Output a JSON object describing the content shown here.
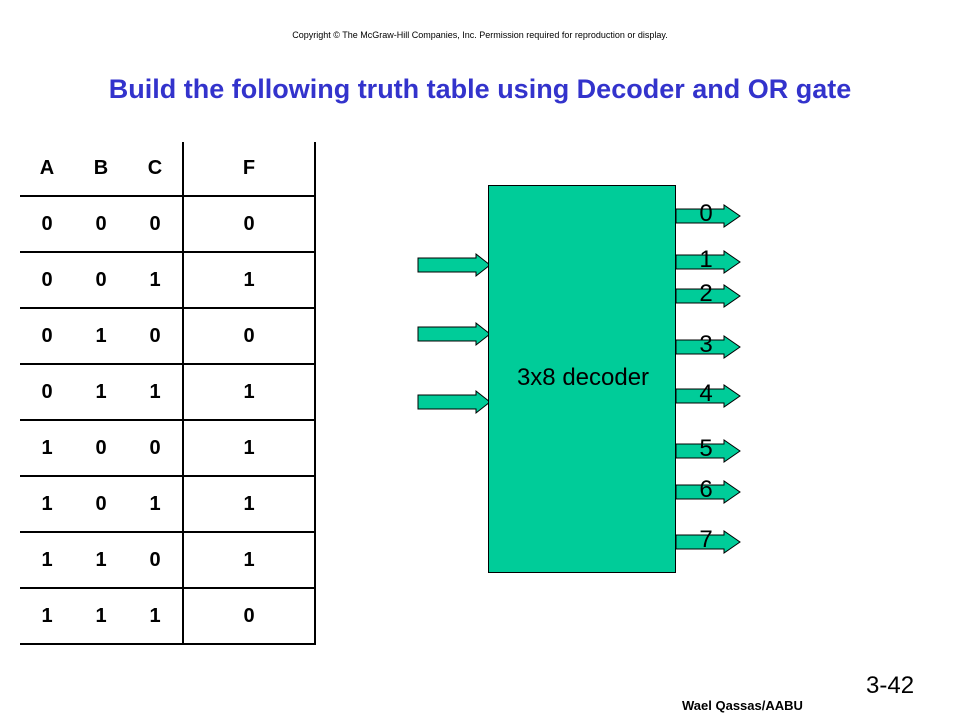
{
  "copyright": "Copyright © The McGraw-Hill Companies, Inc.  Permission required for reproduction or display.",
  "title": "Build the following truth table using Decoder and  OR gate",
  "truth_table": {
    "headers": [
      "A",
      "B",
      "C",
      "F"
    ],
    "rows": [
      [
        "0",
        "0",
        "0",
        "0"
      ],
      [
        "0",
        "0",
        "1",
        "1"
      ],
      [
        "0",
        "1",
        "0",
        "0"
      ],
      [
        "0",
        "1",
        "1",
        "1"
      ],
      [
        "1",
        "0",
        "0",
        "1"
      ],
      [
        "1",
        "0",
        "1",
        "1"
      ],
      [
        "1",
        "1",
        "0",
        "1"
      ],
      [
        "1",
        "1",
        "1",
        "0"
      ]
    ]
  },
  "decoder": {
    "label": "3x8 decoder",
    "fill_color": "#00cc99",
    "input_count": 3,
    "outputs": [
      "0",
      "1",
      "2",
      "3",
      "4",
      "5",
      "6",
      "7"
    ],
    "arrow_color": "#00cc99"
  },
  "footer": "Wael Qassas/AABU",
  "page_number": "3-42",
  "colors": {
    "title": "#3333cc"
  }
}
